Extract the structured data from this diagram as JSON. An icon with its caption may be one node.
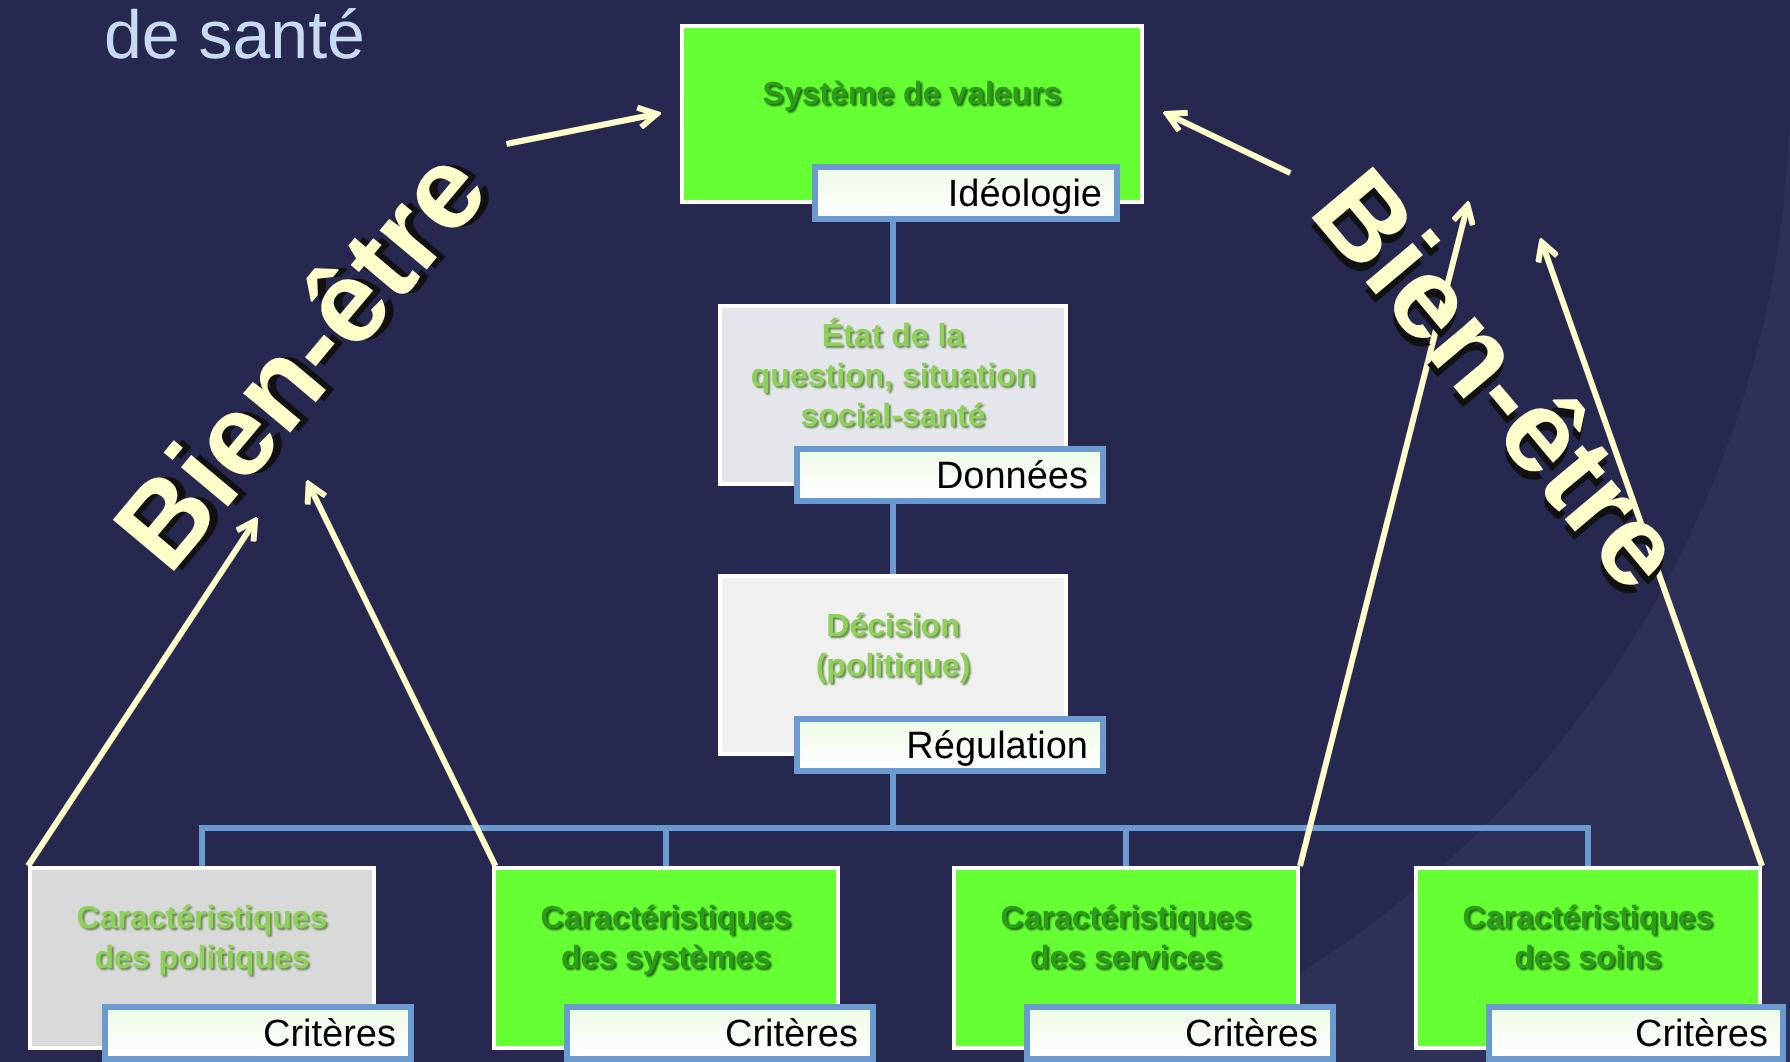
{
  "diagram": {
    "title": "de santé",
    "nodes": [
      {
        "text": [
          "Système de valeurs",
          "Idéologie"
        ]
      },
      {
        "text": [
          "Bien-être"
        ]
      },
      {
        "text": [
          "Bien-être"
        ]
      },
      {
        "text": [
          "État de la question, situation social-santé",
          "Données"
        ]
      },
      {
        "text": [
          "Décision (politique)",
          "Régulation"
        ]
      },
      {
        "text": [
          "Caractéristiques des politiques",
          "Critères"
        ]
      },
      {
        "text": [
          "Caractéristiques des systèmes",
          "Critères"
        ]
      },
      {
        "text": [
          "Caractéristiques des services",
          "Critères"
        ]
      },
      {
        "text": [
          "Caractéristiques des soins",
          "Critères"
        ]
      }
    ],
    "edges": [
      {
        "from": 0,
        "to": 3,
        "arrow": "none"
      },
      {
        "from": 3,
        "to": 4,
        "arrow": "none"
      },
      {
        "from": 4,
        "to": 5,
        "arrow": "none"
      },
      {
        "from": 4,
        "to": 6,
        "arrow": "none"
      },
      {
        "from": 4,
        "to": 7,
        "arrow": "none"
      },
      {
        "from": 4,
        "to": 8,
        "arrow": "none"
      },
      {
        "from": 1,
        "to": 0,
        "arrow": "to",
        "color": "#ffffcc"
      },
      {
        "from": 2,
        "to": 0,
        "arrow": "to",
        "color": "#ffffcc"
      },
      {
        "from": 5,
        "to": 1,
        "arrow": "to",
        "color": "#ffffcc"
      },
      {
        "from": 6,
        "to": 1,
        "arrow": "to",
        "color": "#ffffcc"
      },
      {
        "from": 7,
        "to": 2,
        "arrow": "to",
        "color": "#ffffcc"
      },
      {
        "from": 8,
        "to": 2,
        "arrow": "to",
        "color": "#ffffcc"
      }
    ]
  }
}
